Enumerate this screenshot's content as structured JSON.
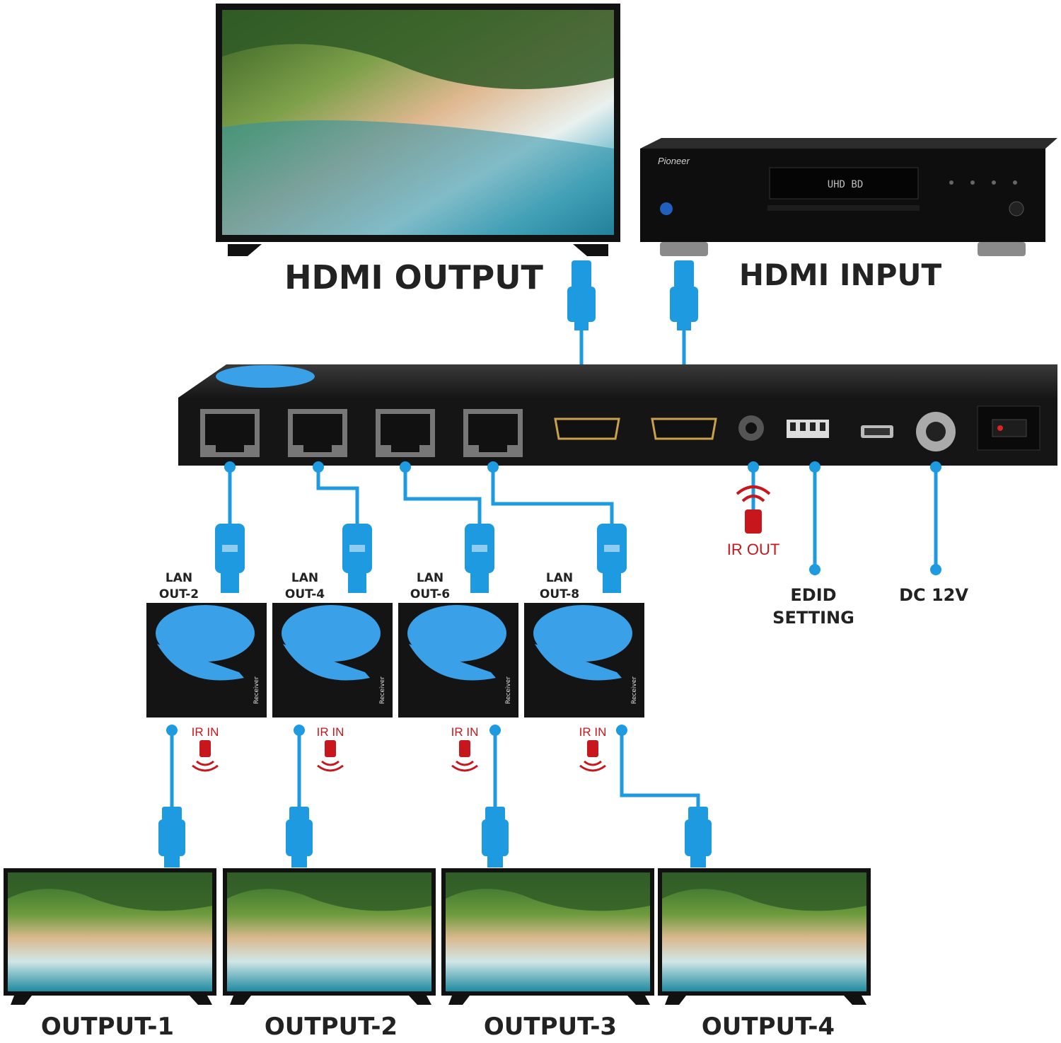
{
  "top": {
    "hdmi_output_label": "HDMI OUTPUT",
    "hdmi_input_label": "HDMI INPUT",
    "player_brand": "Pioneer",
    "player_display": "UHD BD"
  },
  "device": {
    "port_labels": {
      "ir_out": "IR OUT",
      "edid_line1": "EDID",
      "edid_line2": "SETTING",
      "dc": "DC 12V"
    }
  },
  "receivers": [
    {
      "line1": "LAN",
      "line2": "OUT-2",
      "ir": "IR IN",
      "side": "Receiver"
    },
    {
      "line1": "LAN",
      "line2": "OUT-4",
      "ir": "IR IN",
      "side": "Receiver"
    },
    {
      "line1": "LAN",
      "line2": "OUT-6",
      "ir": "IR IN",
      "side": "Receiver"
    },
    {
      "line1": "LAN",
      "line2": "OUT-8",
      "ir": "IR IN",
      "side": "Receiver"
    }
  ],
  "outputs": [
    "OUTPUT-1",
    "OUTPUT-2",
    "OUTPUT-3",
    "OUTPUT-4"
  ],
  "colors": {
    "cable": "#1e9be0",
    "ir": "#c8161d",
    "device": "#1a1a1a",
    "logo": "#3aa0e8"
  }
}
